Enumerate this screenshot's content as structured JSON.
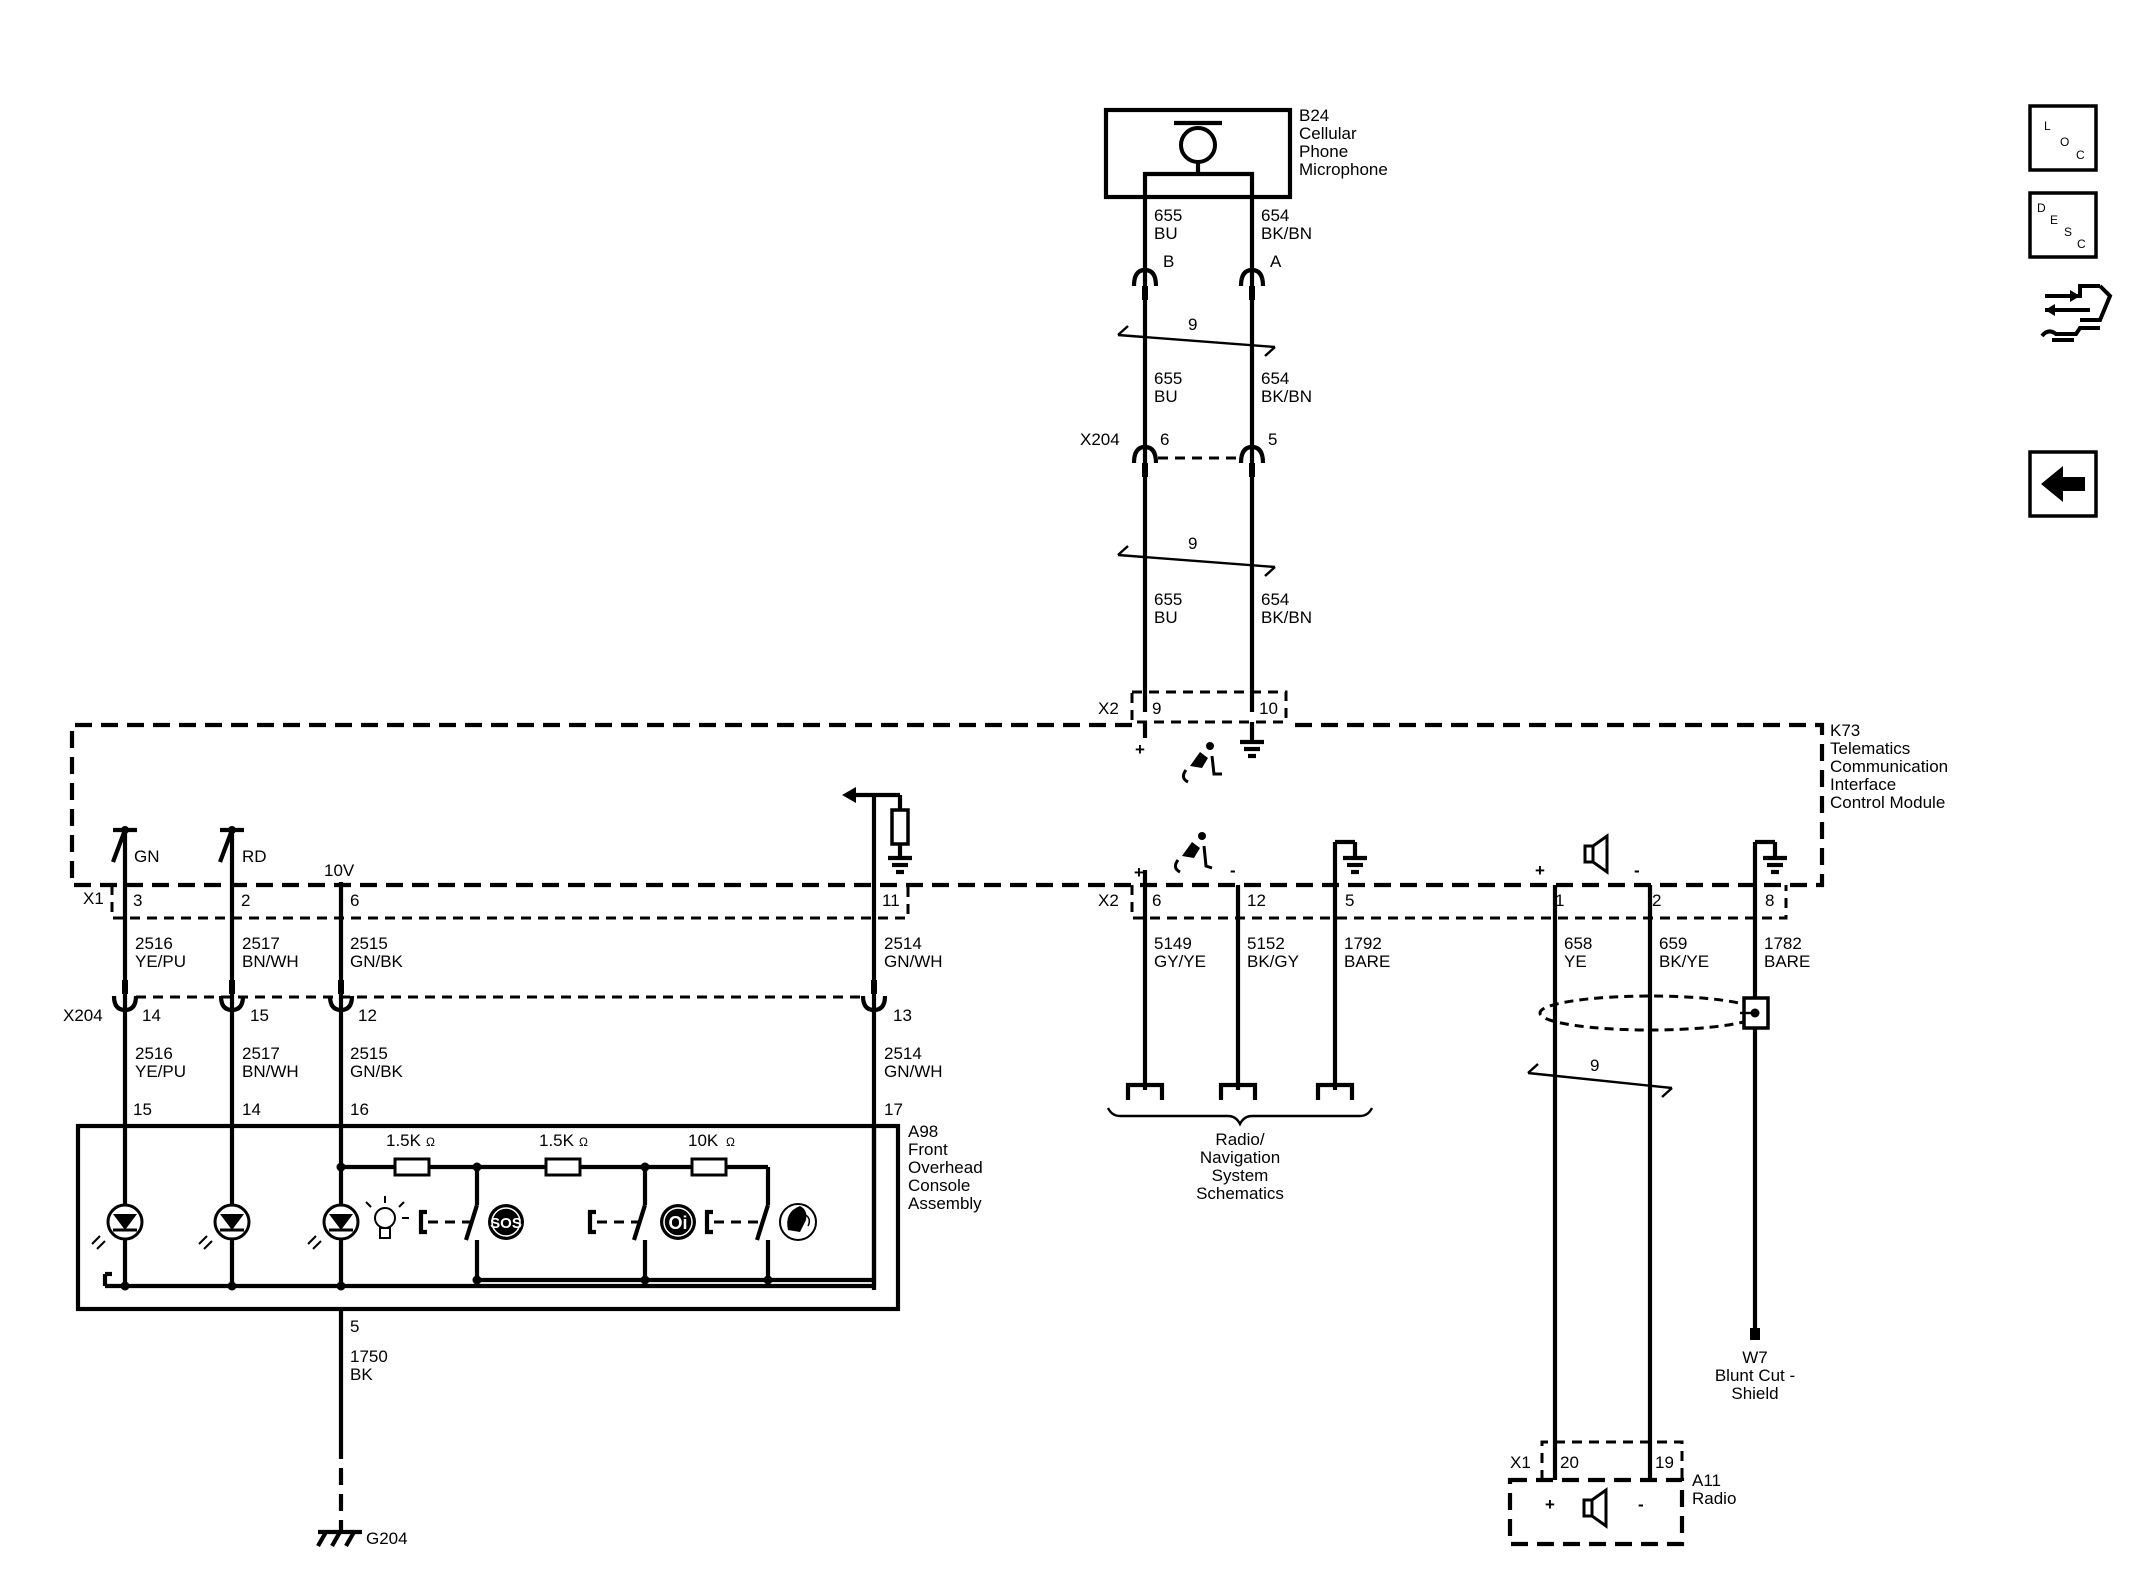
{
  "components": {
    "b24": [
      "B24",
      "Cellular",
      "Phone",
      "Microphone"
    ],
    "k73": [
      "K73",
      "Telematics",
      "Communication",
      "Interface",
      "Control Module"
    ],
    "a98": [
      "A98",
      "Front",
      "Overhead",
      "Console",
      "Assembly"
    ],
    "a11": [
      "A11",
      "Radio"
    ],
    "w7": [
      "W7",
      "Blunt Cut -",
      "Shield"
    ],
    "radio_nav": [
      "Radio/",
      "Navigation",
      "System",
      "Schematics"
    ],
    "g204": "G204"
  },
  "connectors": {
    "x204": "X204",
    "x2": "X2",
    "x1": "X1"
  },
  "pins": {
    "b24_b": "B",
    "b24_a": "A",
    "x204_6": "6",
    "x204_5": "5",
    "x2_9": "9",
    "x2_10": "10",
    "x1_3": "3",
    "x1_2": "2",
    "x1_6": "6",
    "x1_11": "11",
    "x2_6": "6",
    "x2_12": "12",
    "x2_5": "5",
    "k73_1": "1",
    "k73_2": "2",
    "k73_8": "8",
    "x204_14": "14",
    "x204_15": "15",
    "x204_12": "12",
    "x204_13": "13",
    "a98_15": "15",
    "a98_14": "14",
    "a98_16": "16",
    "a98_17": "17",
    "a98_5": "5",
    "a11_20": "20",
    "a11_19": "19"
  },
  "twist_label": "9",
  "wires": {
    "w655_bu": [
      "655",
      "BU"
    ],
    "w654_bkbn": [
      "654",
      "BK/BN"
    ],
    "w2516": [
      "2516",
      "YE/PU"
    ],
    "w2517": [
      "2517",
      "BN/WH"
    ],
    "w2515": [
      "2515",
      "GN/BK"
    ],
    "w2514": [
      "2514",
      "GN/WH"
    ],
    "w5149": [
      "5149",
      "GY/YE"
    ],
    "w5152": [
      "5152",
      "BK/GY"
    ],
    "w1792": [
      "1792",
      "BARE"
    ],
    "w658": [
      "658",
      "YE"
    ],
    "w659": [
      "659",
      "BK/YE"
    ],
    "w1782": [
      "1782",
      "BARE"
    ],
    "w1750": [
      "1750",
      "BK"
    ]
  },
  "internal": {
    "led_gn": "GN",
    "led_rd": "RD",
    "ref_10v": "10V",
    "plus": "+",
    "minus": "-"
  },
  "resistors": {
    "r1": "1.5K",
    "r2": "1.5K",
    "r3": "10K",
    "ohm": "Ω"
  },
  "buttons": {
    "sos": "SOS",
    "onstar": "Oi"
  },
  "nav": {
    "loc": [
      "L",
      "O",
      "C"
    ],
    "desc": [
      "D",
      "E",
      "S",
      "C"
    ]
  }
}
